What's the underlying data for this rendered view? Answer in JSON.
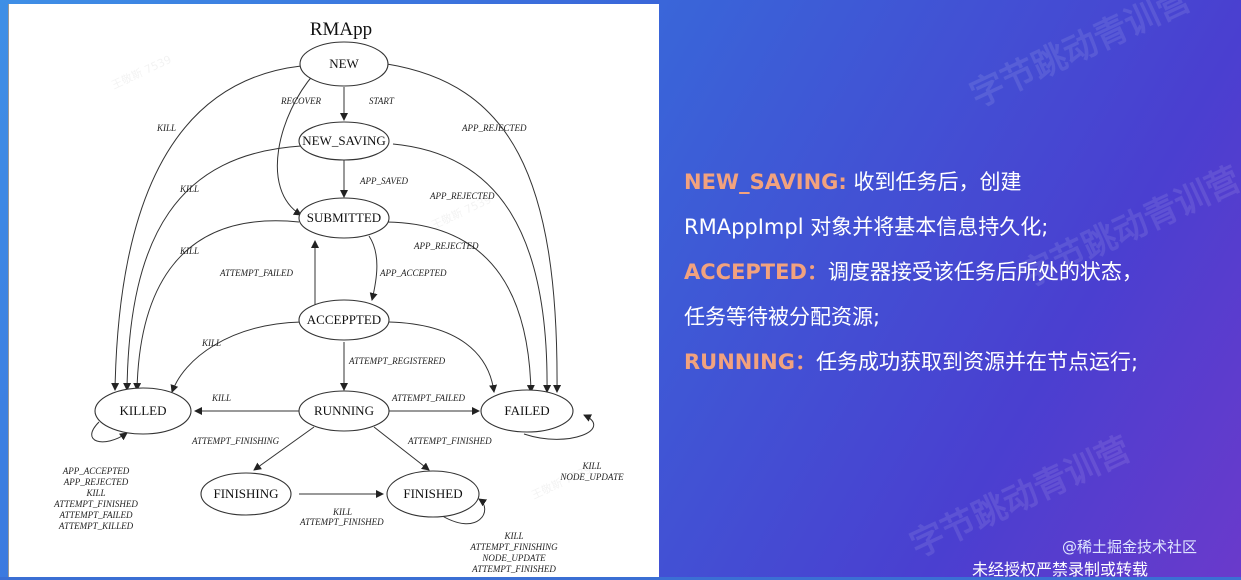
{
  "diagram": {
    "title": "RMApp",
    "nodes": {
      "new": "NEW",
      "new_saving": "NEW_SAVING",
      "submitted": "SUBMITTED",
      "accepted": "ACCEPPTED",
      "running": "RUNNING",
      "killed": "KILLED",
      "failed": "FAILED",
      "finishing": "FINISHING",
      "finished": "FINISHED"
    },
    "edge_labels": {
      "recover": "RECOVER",
      "start": "START",
      "kill_new": "KILL",
      "app_rejected_new": "APP_REJECTED",
      "kill_new_saving": "KILL",
      "app_saved": "APP_SAVED",
      "app_rejected_new_saving": "APP_REJECTED",
      "kill_submitted": "KILL",
      "app_rejected_submitted": "APP_REJECTED",
      "attempt_failed_accepted": "ATTEMPT_FAILED",
      "app_accepted": "APP_ACCEPTED",
      "kill_accepted": "KILL",
      "attempt_registered": "ATTEMPT_REGISTERED",
      "kill_running": "KILL",
      "attempt_failed_running": "ATTEMPT_FAILED",
      "attempt_finishing": "ATTEMPT_FINISHING",
      "attempt_finished_running": "ATTEMPT_FINISHED",
      "kill_finishing": "KILL",
      "attempt_finished_finishing": "ATTEMPT_FINISHED"
    },
    "killed_self_loop": [
      "APP_ACCEPTED",
      "APP_REJECTED",
      "KILL",
      "ATTEMPT_FINISHED",
      "ATTEMPT_FAILED",
      "ATTEMPT_KILLED"
    ],
    "failed_self_loop": [
      "KILL",
      "NODE_UPDATE"
    ],
    "finished_self_loop": [
      "KILL",
      "ATTEMPT_FINISHING",
      "NODE_UPDATE",
      "ATTEMPT_FINISHED"
    ]
  },
  "notes": {
    "line1_kw": "NEW_SAVING:",
    "line1_text": "收到任务后，创建",
    "line2_text": "RMAppImpl 对象并将基本信息持久化;",
    "line3_kw": "ACCEPTED：",
    "line3_text": "调度器接受该任务后所处的状态，",
    "line4_text": "任务等待被分配资源;",
    "line5_kw": "RUNNING：",
    "line5_text": "任务成功获取到资源并在节点运行;"
  },
  "watermarks": {
    "site": "@稀土掘金技术社区",
    "notice": "未经授权严禁录制或转载",
    "faint": "字节跳动青训营",
    "faint_small": "王敬斯 7539"
  }
}
